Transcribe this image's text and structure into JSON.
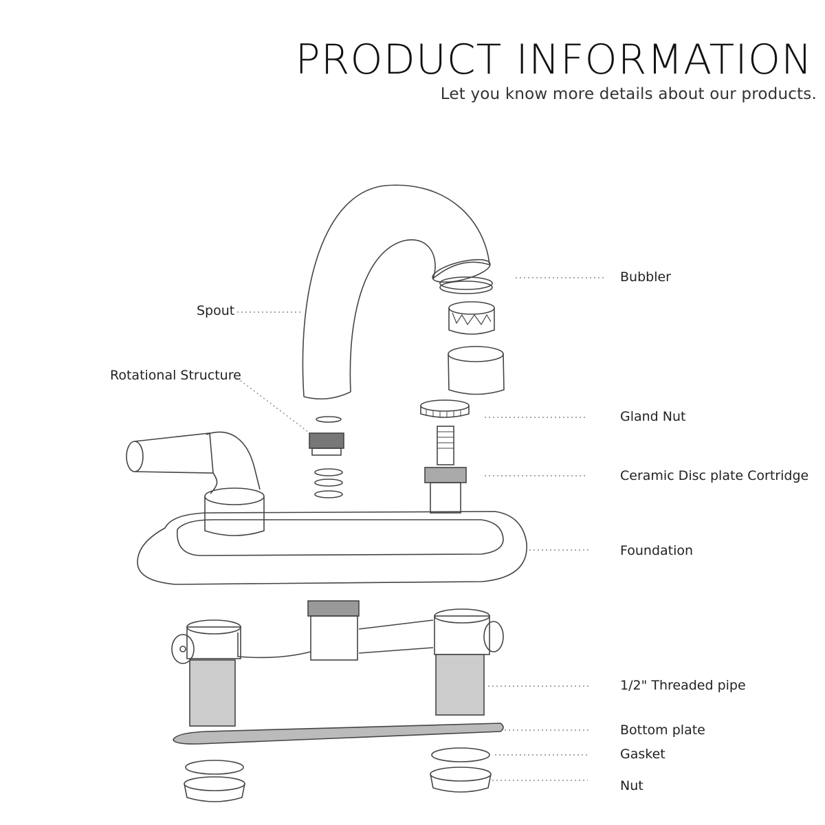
{
  "header": {
    "title": "PRODUCT INFORMATION",
    "subtitle": "Let you know more details about our products."
  },
  "labels": {
    "bubbler": "Bubbler",
    "spout": "Spout",
    "rotational_structure": "Rotational Structure",
    "gland_nut": "Gland Nut",
    "cartridge": "Ceramic Disc plate Cortridge",
    "foundation": "Foundation",
    "threaded_pipe": "1/2\" Threaded pipe",
    "bottom_plate": "Bottom plate",
    "gasket": "Gasket",
    "nut": "Nut"
  }
}
